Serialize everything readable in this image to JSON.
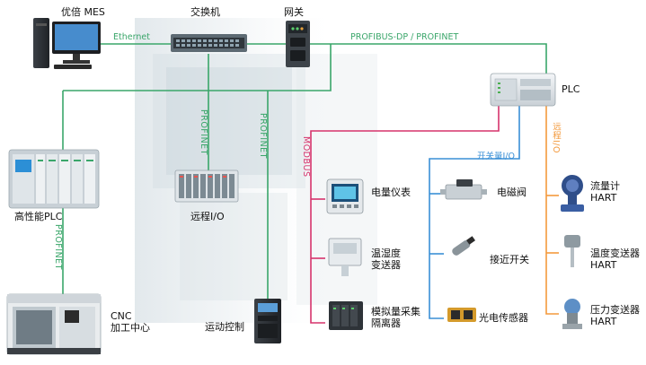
{
  "colors": {
    "ethernet": "#3aa66a",
    "profinet": "#3aa66a",
    "modbus": "#d6336c",
    "io": "#3a8fd6",
    "hart": "#f39a3d",
    "dark": "#2b2b2b"
  },
  "nodes": {
    "mes": "优倍 MES",
    "switch": "交换机",
    "gateway": "网关",
    "plc": "PLC",
    "hpplc": "高性能PLC",
    "remoteio": "远程I/O",
    "cnc_line1": "CNC",
    "cnc_line2": "加工中心",
    "motion": "运动控制",
    "power_meter": "电量仪表",
    "th_line1": "温湿度",
    "th_line2": "变送器",
    "analog_line1": "模拟量采集",
    "analog_line2": "隔离器",
    "solenoid": "电磁阀",
    "proximity": "接近开关",
    "photo": "光电传感器",
    "flow_line1": "流量计",
    "flow_line2": "HART",
    "temp_line1": "温度变送器",
    "temp_line2": "HART",
    "pressure_line1": "压力变送器",
    "pressure_line2": "HART"
  },
  "connections": {
    "ethernet": "Ethernet",
    "profibus": "PROFIBUS-DP / PROFINET",
    "profinet_remote": "PROFINET",
    "profinet_motion": "PROFINET",
    "profinet_cnc": "PROFINET",
    "modbus": "MODBUS",
    "switch_io": "开关量I/O",
    "analog_io": "远程I/O"
  }
}
